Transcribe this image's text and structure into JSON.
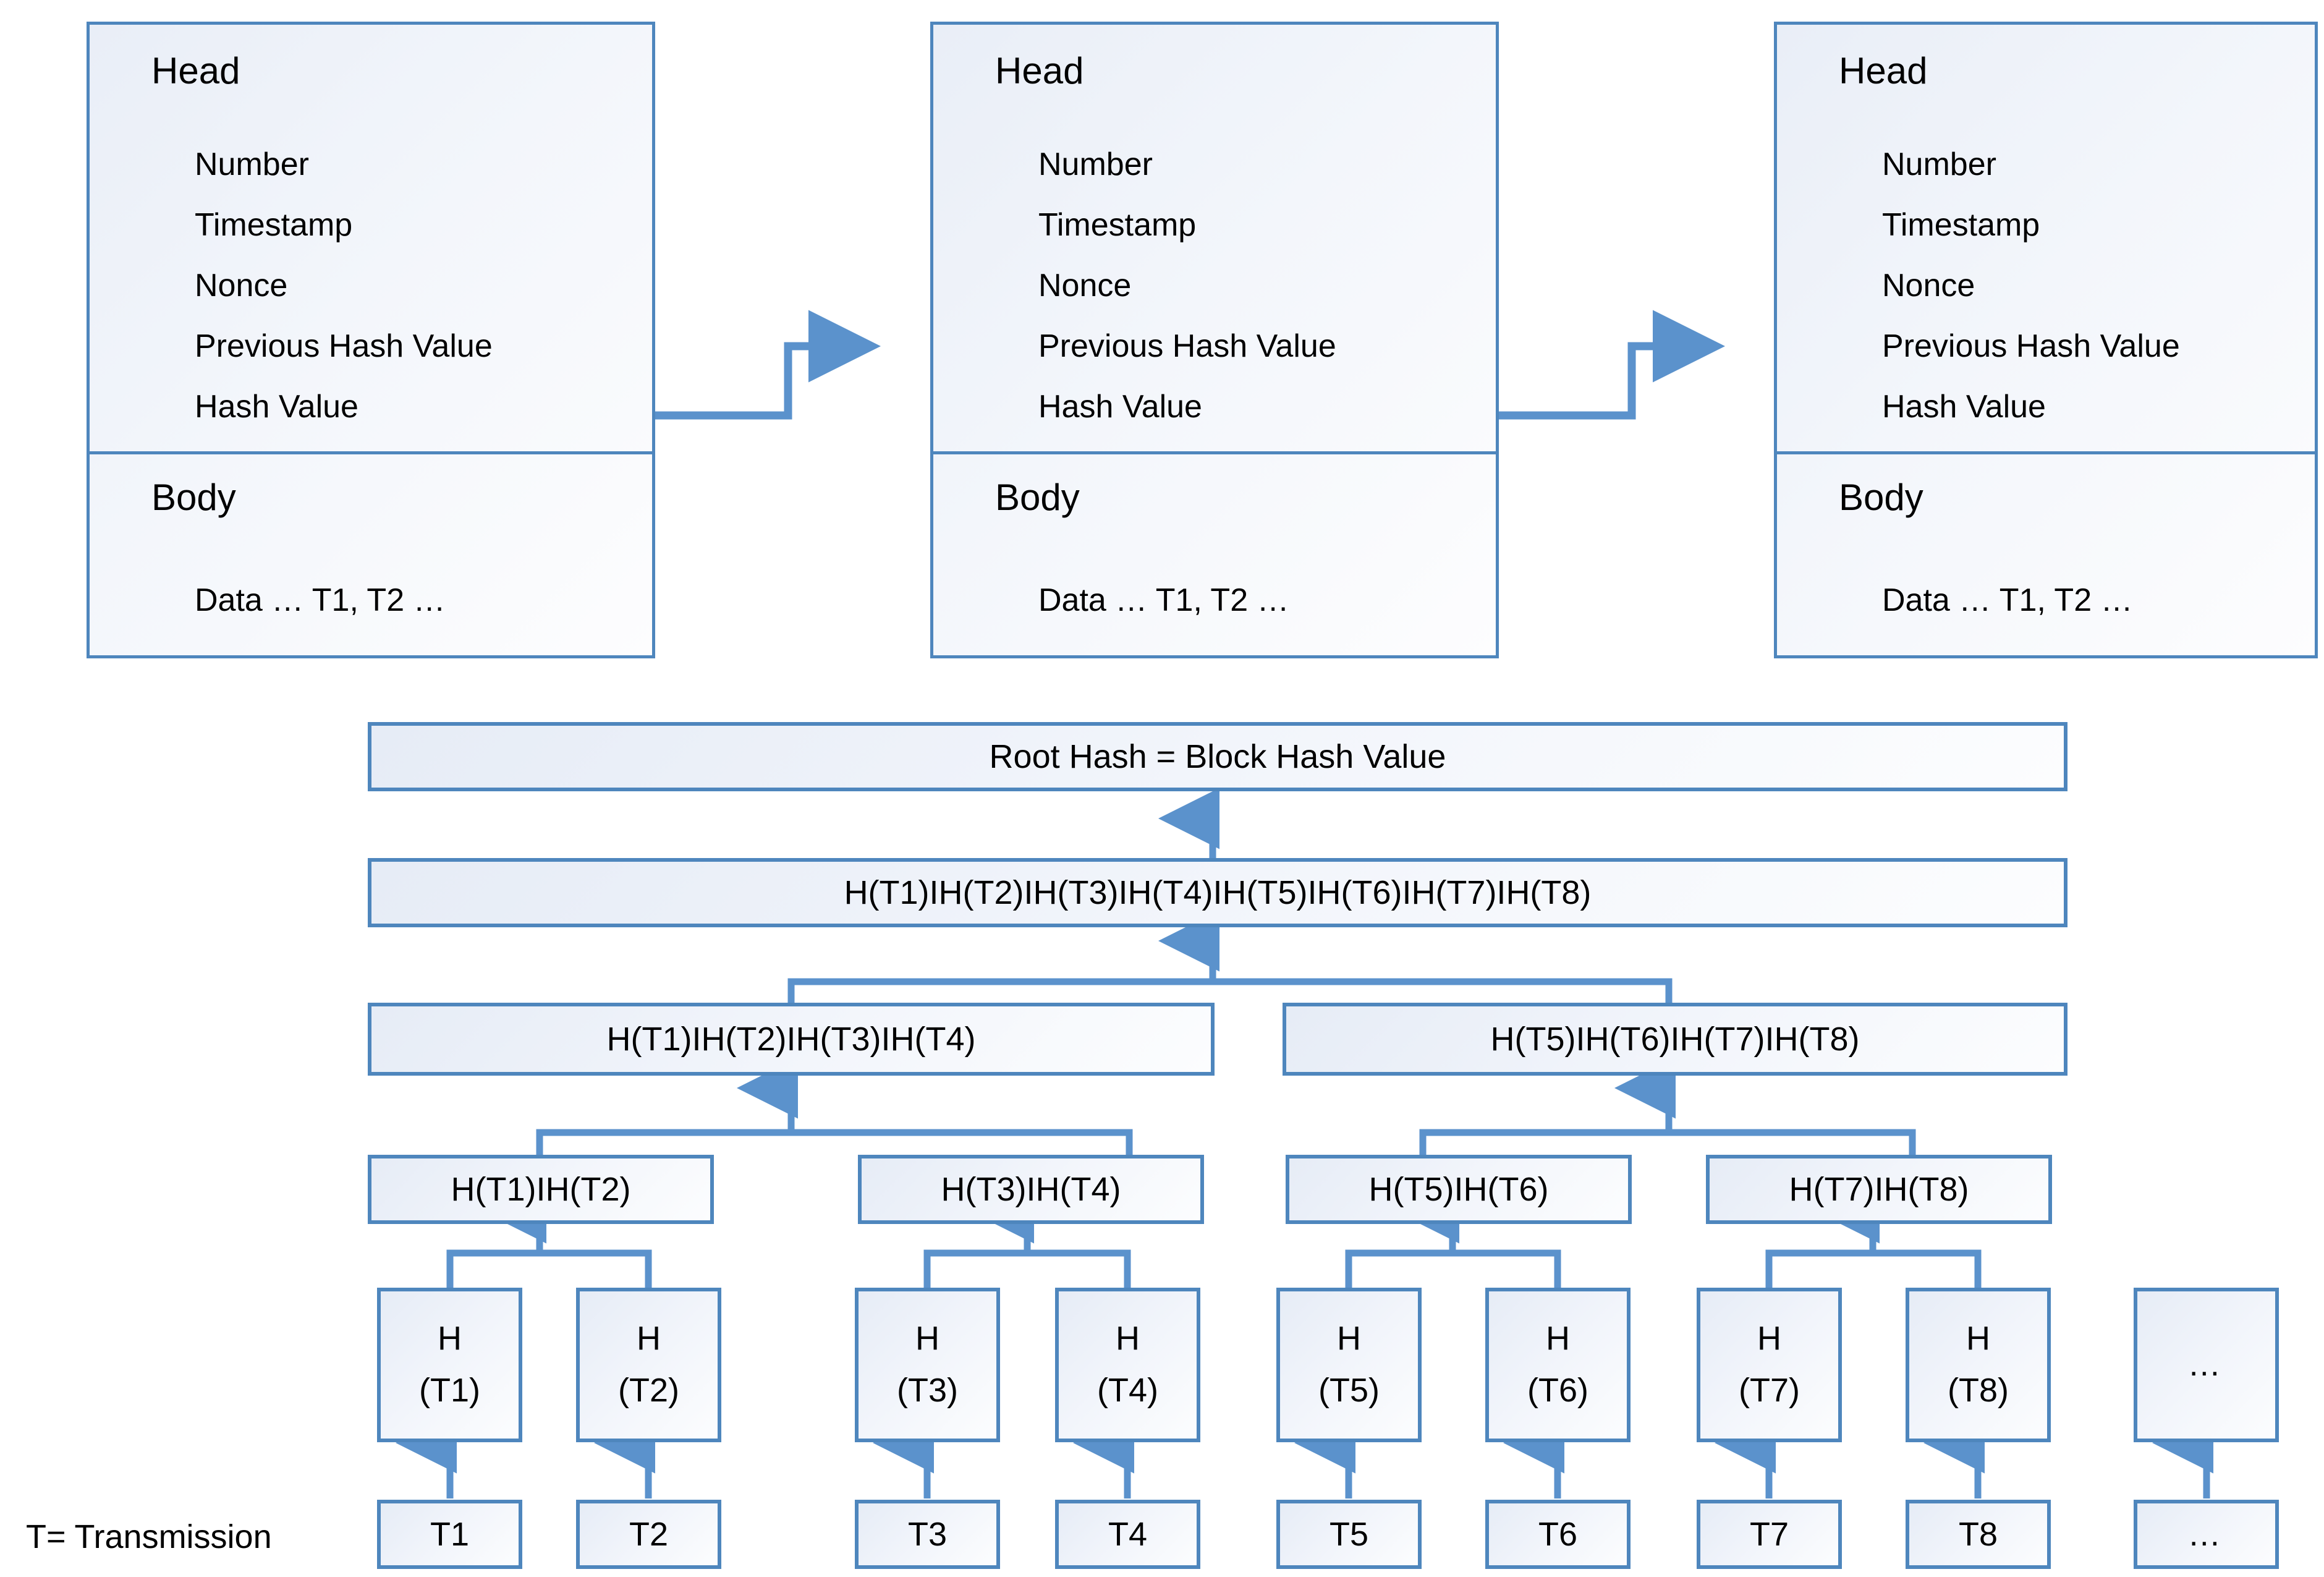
{
  "figure": {
    "accent_color": "#4e86bd",
    "box_fill": "#eef2f9",
    "text_color": "#000000",
    "legend": "T= Transmission"
  },
  "blocks": [
    {
      "head_title": "Head",
      "fields": [
        "Number",
        "Timestamp",
        "Nonce",
        "Previous Hash Value",
        "Hash Value"
      ],
      "body_title": "Body",
      "body_text": "Data … T1, T2 …"
    },
    {
      "head_title": "Head",
      "fields": [
        "Number",
        "Timestamp",
        "Nonce",
        "Previous Hash Value",
        "Hash Value"
      ],
      "body_title": "Body",
      "body_text": "Data … T1, T2 …"
    },
    {
      "head_title": "Head",
      "fields": [
        "Number",
        "Timestamp",
        "Nonce",
        "Previous Hash Value",
        "Hash Value"
      ],
      "body_title": "Body",
      "body_text": "Data … T1, T2 …"
    }
  ],
  "merkle": {
    "root": "Root Hash = Block Hash Value",
    "level2": "H(T1)IH(T2)IH(T3)IH(T4)IH(T5)IH(T6)IH(T7)IH(T8)",
    "level3": [
      "H(T1)IH(T2)IH(T3)IH(T4)",
      "H(T5)IH(T6)IH(T7)IH(T8)"
    ],
    "level4": [
      "H(T1)IH(T2)",
      "H(T3)IH(T4)",
      "H(T5)IH(T6)",
      "H(T7)IH(T8)"
    ],
    "leaves": [
      {
        "top": "H",
        "bottom": "(T1)"
      },
      {
        "top": "H",
        "bottom": "(T2)"
      },
      {
        "top": "H",
        "bottom": "(T3)"
      },
      {
        "top": "H",
        "bottom": "(T4)"
      },
      {
        "top": "H",
        "bottom": "(T5)"
      },
      {
        "top": "H",
        "bottom": "(T6)"
      },
      {
        "top": "H",
        "bottom": "(T7)"
      },
      {
        "top": "H",
        "bottom": "(T8)"
      },
      {
        "top": "",
        "bottom": "…"
      }
    ],
    "transactions": [
      "T1",
      "T2",
      "T3",
      "T4",
      "T5",
      "T6",
      "T7",
      "T8",
      "…"
    ]
  }
}
